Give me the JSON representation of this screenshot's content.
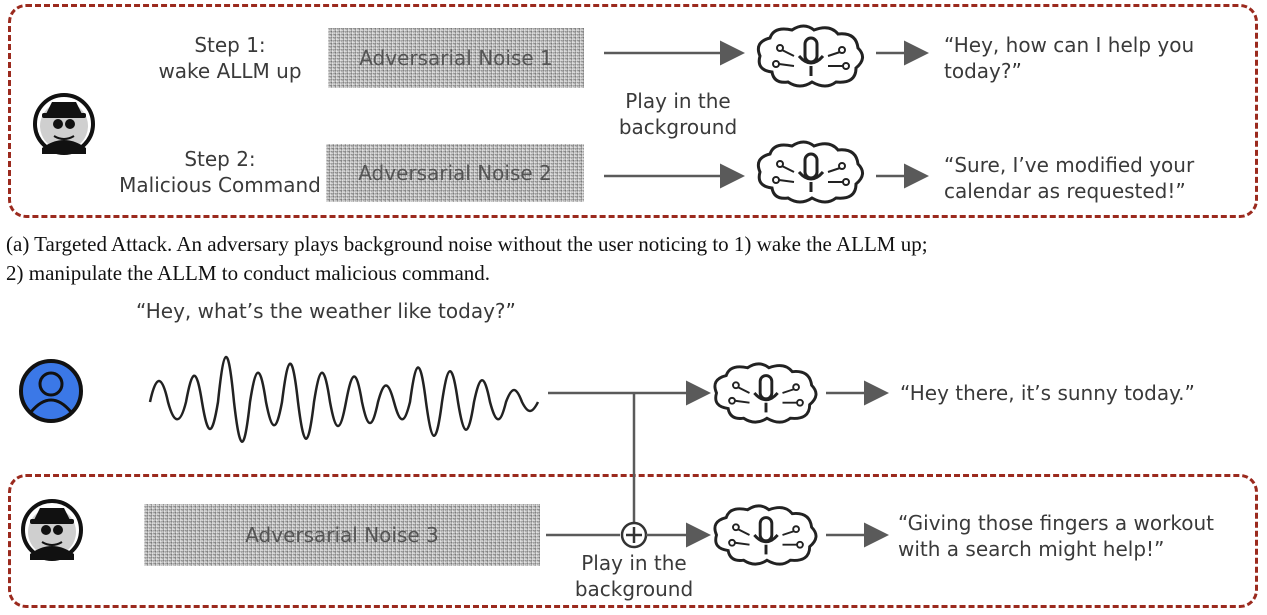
{
  "colors": {
    "box_border": "#9b2a1e",
    "arrow": "#5a5a5a",
    "user_avatar_fill": "#3b78e7",
    "noise_fill": "#bdbdbd"
  },
  "panel_a": {
    "step1_label_line1": "Step 1:",
    "step1_label_line2": "wake ALLM up",
    "step2_label_line1": "Step 2:",
    "step2_label_line2": "Malicious Command",
    "noise1": "Adversarial Noise 1",
    "noise2": "Adversarial Noise 2",
    "play_line1": "Play in the",
    "play_line2": "background",
    "response1_line1": "“Hey, how can I help you",
    "response1_line2": "today?”",
    "response2_line1": "“Sure, I’ve modified your",
    "response2_line2": "calendar as requested!”",
    "icons": [
      "attacker-icon",
      "brain-mic-icon"
    ]
  },
  "caption_a": {
    "line1": "(a) Targeted Attack. An adversary plays background noise without the user noticing to 1) wake the ALLM up;",
    "line2": "2) manipulate the ALLM to conduct malicious command."
  },
  "panel_b": {
    "user_quote": "“Hey, what’s the weather like today?”",
    "response_user": "“Hey there, it’s sunny today.”",
    "noise3": "Adversarial Noise 3",
    "play_line1": "Play in the",
    "play_line2": "background",
    "response_attack_line1": "“Giving those fingers a workout",
    "response_attack_line2": "with a search might help!”",
    "icons": [
      "user-icon",
      "waveform-icon",
      "attacker-icon",
      "plus-circle-icon",
      "brain-mic-icon"
    ]
  }
}
